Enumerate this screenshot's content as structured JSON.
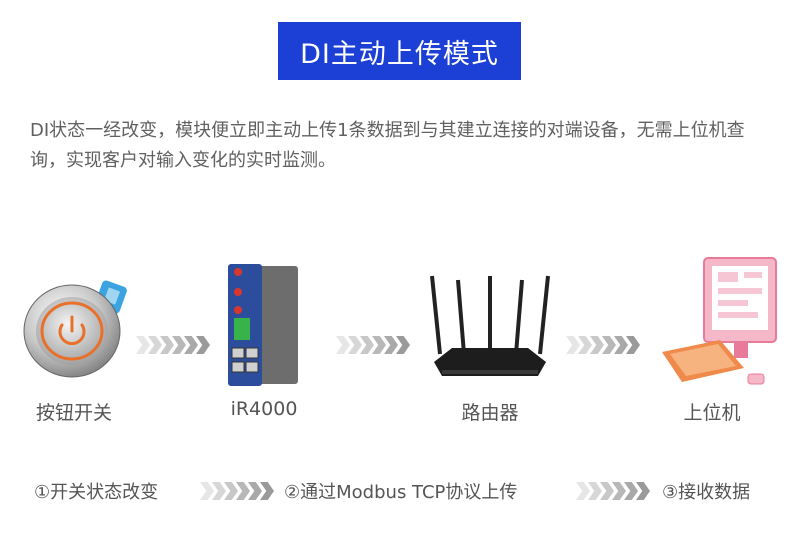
{
  "title": "DI主动上传模式",
  "description": "DI状态一经改变，模块便立即主动上传1条数据到与其建立连接的对端设备，无需上位机查询，实现客户对输入变化的实时监测。",
  "devices": [
    {
      "label": "按钮开关",
      "icon": "push-button-switch-icon"
    },
    {
      "label": "iR4000",
      "icon": "ir4000-module-icon"
    },
    {
      "label": "路由器",
      "icon": "router-icon"
    },
    {
      "label": "上位机",
      "icon": "computer-icon"
    }
  ],
  "steps": [
    {
      "label": "①开关状态改变"
    },
    {
      "label": "②通过Modbus TCP协议上传"
    },
    {
      "label": "③接收数据"
    }
  ],
  "colors": {
    "banner": "#1c3fd6",
    "arrow_light": "#e6e6e6",
    "arrow_dark": "#9a9a9a",
    "led_ring": "#e8702a"
  }
}
